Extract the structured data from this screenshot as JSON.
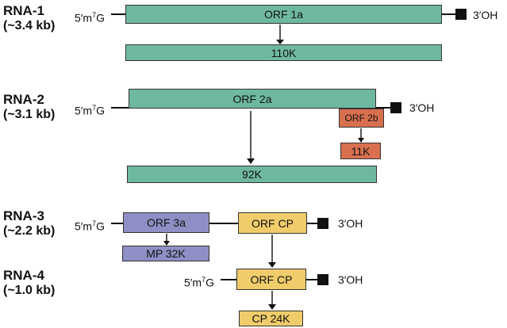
{
  "rnas": [
    {
      "name": "RNA-1",
      "size": "(~3.4 kb)"
    },
    {
      "name": "RNA-2",
      "size": "(~3.1 kb)"
    },
    {
      "name": "RNA-3",
      "size": "(~2.2 kb)"
    },
    {
      "name": "RNA-4",
      "size": "(~1.0 kb)"
    }
  ],
  "cap_prefix": "5′m",
  "cap_sup": "7",
  "cap_suffix": "G",
  "tail": "3′OH",
  "orfs": {
    "orf1a": "ORF 1a",
    "orf2a": "ORF 2a",
    "orf2b": "ORF 2b",
    "orf3a": "ORF 3a",
    "orfcp3": "ORF CP",
    "orfcp4": "ORF CP"
  },
  "proteins": {
    "p110": "110K",
    "p92": "92K",
    "p11": "11K",
    "mp": "MP 32K",
    "cp": "CP 24K"
  },
  "colors": {
    "green": "#6fb8a0",
    "orange": "#d8704f",
    "purple": "#8e8fc4",
    "yellow": "#f0cc6a"
  }
}
